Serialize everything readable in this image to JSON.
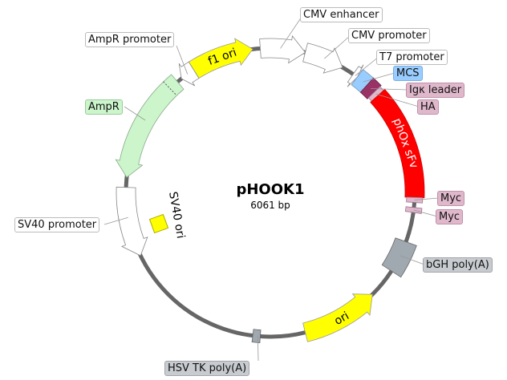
{
  "plasmid": {
    "name": "pHOOK1",
    "length_label": "6061 bp",
    "length_bp": 6061
  },
  "colors": {
    "backbone": "#666666",
    "promoter": "#ffffff",
    "ori": "#ffff00",
    "ampr": "#ccf5cc",
    "mcs": "#99ccff",
    "tag": "#e0b8cc",
    "leader": "#993366",
    "gene": "#ff0000",
    "polya": "#a0a8b0"
  },
  "features": [
    {
      "id": "f1-ori",
      "label": "f1 ori",
      "type": "ori",
      "a0": -122,
      "a1": -97,
      "dir": 1,
      "inner_label": true
    },
    {
      "id": "cmv-enhancer",
      "label": "CMV enhancer",
      "type": "promoter",
      "a0": -94,
      "a1": -76,
      "dir": 1
    },
    {
      "id": "cmv-promoter",
      "label": "CMV promoter",
      "type": "promoter",
      "a0": -76,
      "a1": -60,
      "dir": 1
    },
    {
      "id": "t7-promoter",
      "label": "T7 promoter",
      "type": "promoter",
      "a0": -55,
      "a1": -53,
      "dir": 1
    },
    {
      "id": "mcs",
      "label": "MCS",
      "type": "mcs",
      "a0": -53,
      "a1": -48,
      "dir": 0
    },
    {
      "id": "igk-leader",
      "label": "Igκ leader",
      "type": "leader",
      "a0": -48,
      "a1": -44,
      "dir": 0
    },
    {
      "id": "ha",
      "label": "HA",
      "type": "tag",
      "a0": -44,
      "a1": -42,
      "dir": 0
    },
    {
      "id": "phox-sfv",
      "label": "phOx sFv",
      "type": "gene",
      "a0": -42,
      "a1": 2,
      "dir": 0,
      "inner_label": true
    },
    {
      "id": "myc-1",
      "label": "Myc",
      "type": "tag",
      "a0": 2,
      "a1": 4,
      "dir": 0
    },
    {
      "id": "myc-2",
      "label": "Myc",
      "type": "tag",
      "a0": 6,
      "a1": 8,
      "dir": 0
    },
    {
      "id": "bgh-polya",
      "label": "bGH poly(A)",
      "type": "polya",
      "a0": 20,
      "a1": 33,
      "dir": 0
    },
    {
      "id": "ori",
      "label": "ori",
      "type": "ori",
      "a0": 76,
      "a1": 45,
      "dir": -1,
      "inner_label": true
    },
    {
      "id": "hsv-tk-polya",
      "label": "HSV TK poly(A)",
      "type": "polya",
      "a0": 94,
      "a1": 97,
      "dir": 0
    },
    {
      "id": "sv40-promoter",
      "label": "SV40 promoter",
      "type": "promoter",
      "a0": -178,
      "a1": -206,
      "dir": -1
    },
    {
      "id": "sv40-ori",
      "label": "SV40 ori",
      "type": "ori",
      "a0": 0,
      "a1": 0,
      "dir": 0
    },
    {
      "id": "ampr",
      "label": "AmpR",
      "type": "ampr",
      "a0": -130,
      "a1": -174,
      "dir": -1
    },
    {
      "id": "ampr-promoter",
      "label": "AmpR promoter",
      "type": "promoter",
      "a0": -122,
      "a1": -128,
      "dir": -1
    }
  ],
  "labels": {
    "cmv_enhancer": "CMV enhancer",
    "cmv_promoter": "CMV promoter",
    "t7_promoter": "T7 promoter",
    "mcs": "MCS",
    "igk_leader": "Igκ leader",
    "ha": "HA",
    "phox_sfv": "phOx sFv",
    "myc1": "Myc",
    "myc2": "Myc",
    "bgh_polya": "bGH poly(A)",
    "ori": "ori",
    "hsv_tk_polya": "HSV TK poly(A)",
    "sv40_promoter": "SV40 promoter",
    "sv40_ori": "SV40 ori",
    "ampr": "AmpR",
    "ampr_promoter": "AmpR promoter",
    "f1_ori": "f1 ori"
  }
}
